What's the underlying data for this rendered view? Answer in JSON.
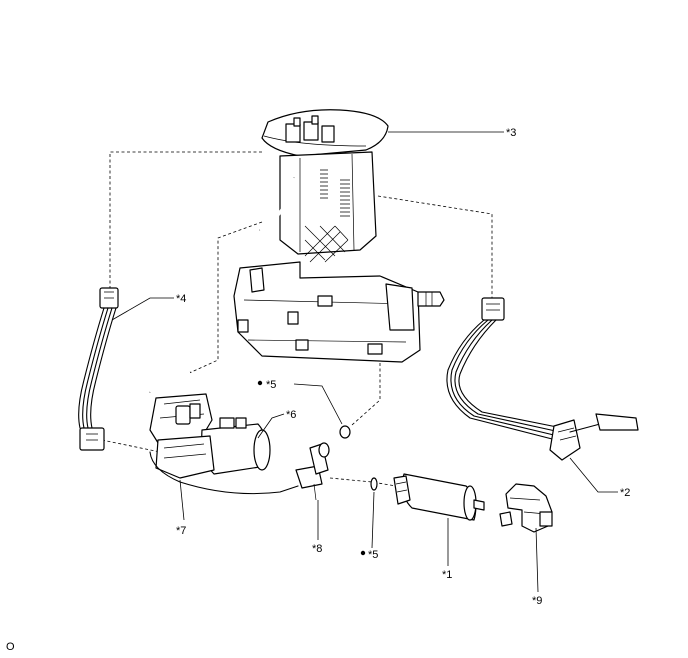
{
  "callouts": {
    "c1": "*1",
    "c2": "*2",
    "c3": "*3",
    "c4": "*4",
    "c5a": "*5",
    "c5b": "*5",
    "c6": "*6",
    "c7": "*7",
    "c8": "*8",
    "c9": "*9"
  },
  "figure_code": "O"
}
